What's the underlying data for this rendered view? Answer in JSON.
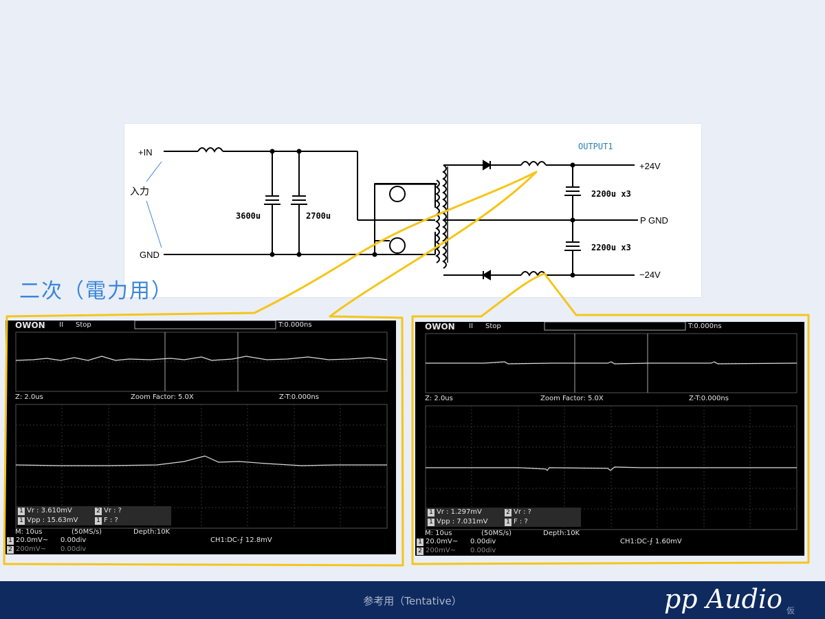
{
  "circuit": {
    "in_plus": "+IN",
    "gnd": "GND",
    "input_label": "入力",
    "cap1": "3600u",
    "cap2": "2700u",
    "output_title": "OUTPUT1",
    "v_plus": "+24V",
    "p_gnd": "P GND",
    "v_minus": "−24V",
    "out_cap1": "2200u x3",
    "out_cap2": "2200u x3"
  },
  "secondary_label": "二次（電力用）",
  "scopes": [
    {
      "brand": "OWON",
      "run_icon": "II",
      "status": "Stop",
      "trigger_time": "T:0.000ns",
      "zoom_time": "Z: 2.0us",
      "zoom_factor": "Zoom Factor: 5.0X",
      "zt": "Z-T:0.000ns",
      "ch1_badge": "1",
      "ch2_badge": "2",
      "vr1": "Vr : 3.610mV",
      "vr2": "Vr :       ?",
      "vpp": "Vpp : 15.63mV",
      "f": "F :      ?",
      "timebase": "M: 10us",
      "rate": "(50MS/s)",
      "depth": "Depth:10K",
      "ch1_scale": "20.0mV~",
      "ch1_offset": "0.00div",
      "ch2_scale": "200mV~",
      "ch2_offset": "0.00div",
      "trigger": "CH1:DC-⨍ 12.8mV"
    },
    {
      "brand": "OWON",
      "run_icon": "II",
      "status": "Stop",
      "trigger_time": "T:0.000ns",
      "zoom_time": "Z: 2.0us",
      "zoom_factor": "Zoom Factor: 5.0X",
      "zt": "Z-T:0.000ns",
      "ch1_badge": "1",
      "ch2_badge": "2",
      "vr1": "Vr : 1.297mV",
      "vr2": "Vr :       ?",
      "vpp": "Vpp : 7.031mV",
      "f": "F :      ?",
      "timebase": "M: 10us",
      "rate": "(50MS/s)",
      "depth": "Depth:10K",
      "ch1_scale": "20.0mV~",
      "ch1_offset": "0.00div",
      "ch2_scale": "200mV~",
      "ch2_offset": "0.00div",
      "trigger": "CH1:DC-⨍ 1.60mV"
    }
  ],
  "footer": {
    "note": "参考用（Tentative）",
    "brand": "pp Audio",
    "kari": "仮"
  },
  "colors": {
    "accent_yellow": "#f5c518",
    "label_blue": "#3a86d8",
    "footer_navy": "#0e2a5e",
    "output_teal": "#2a7fa8"
  }
}
